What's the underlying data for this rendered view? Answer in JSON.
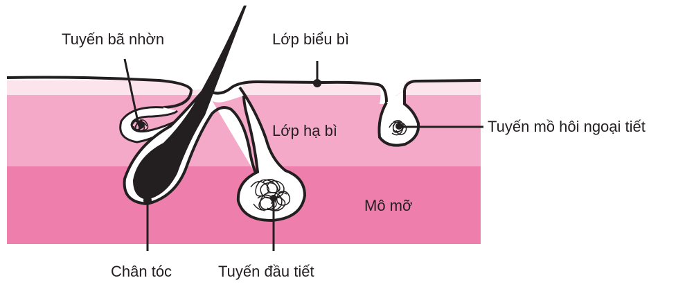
{
  "labels": {
    "sebaceous_gland": "Tuyến bã nhờn",
    "epidermis": "Lớp biểu bì",
    "dermis": "Lớp hạ bì",
    "eccrine_gland": "Tuyến mồ hôi ngoại tiết",
    "fat_tissue": "Mô mỡ",
    "hair_root": "Chân tóc",
    "apocrine_gland": "Tuyến đầu tiết"
  },
  "colors": {
    "epidermis": "#fce4ec",
    "dermis": "#f4a9c8",
    "fat": "#ee7fac",
    "outline": "#231f20"
  }
}
